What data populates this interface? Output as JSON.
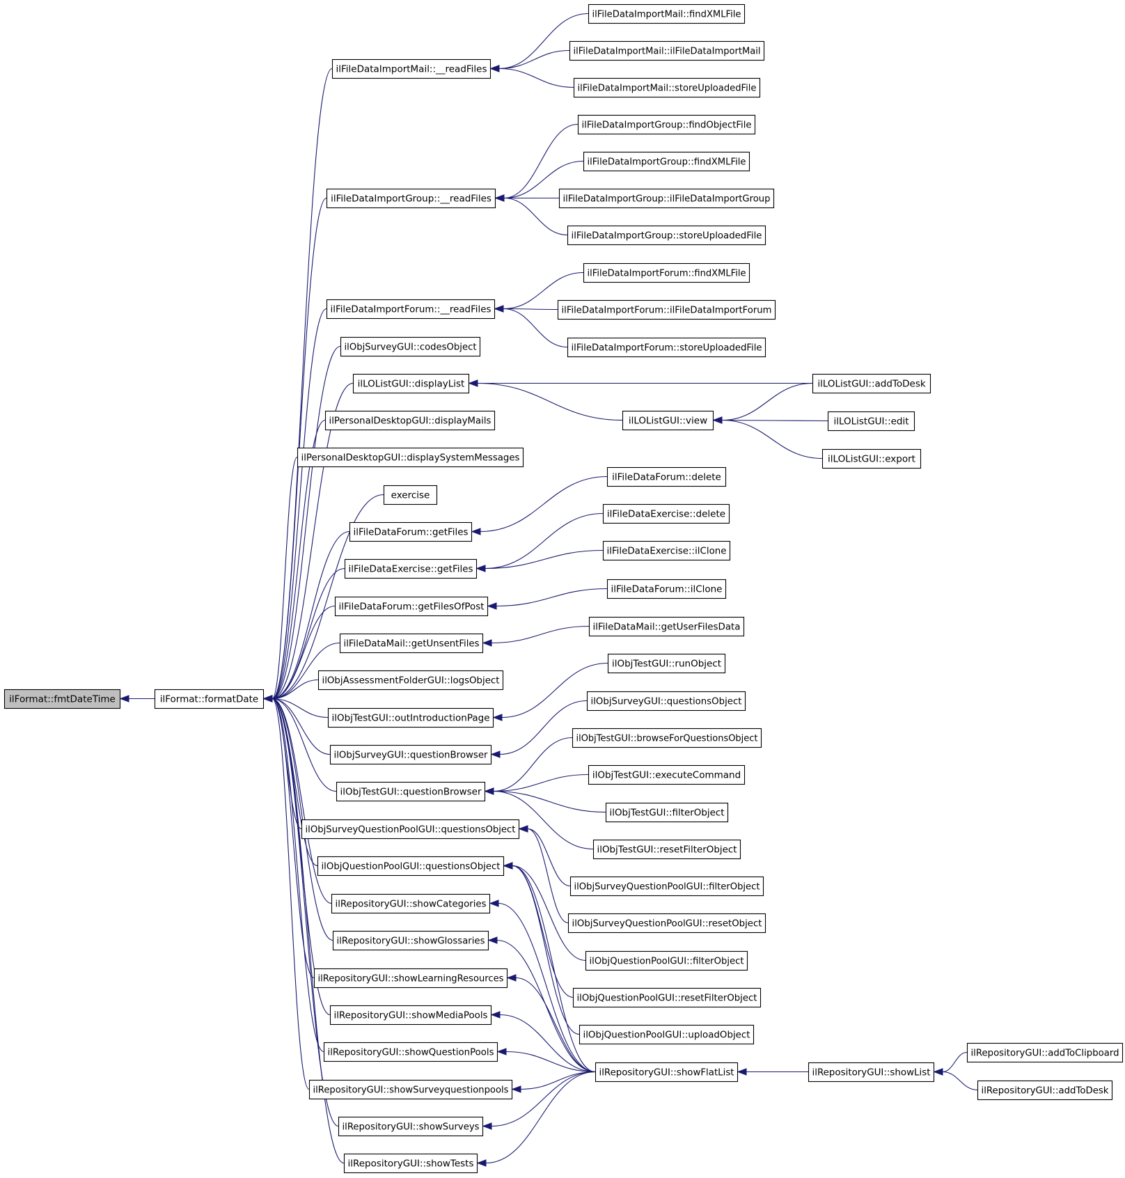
{
  "diagram": {
    "type": "call-graph",
    "edge_color": "#191970",
    "root_fill": "#bfbfbf",
    "nodes": [
      {
        "id": "fmtDateTime",
        "label": "ilFormat::fmtDateTime",
        "root": true
      },
      {
        "id": "formatDate",
        "label": "ilFormat::formatDate"
      },
      {
        "id": "mailReadFiles",
        "label": "ilFileDataImportMail::__readFiles"
      },
      {
        "id": "groupReadFiles",
        "label": "ilFileDataImportGroup::__readFiles"
      },
      {
        "id": "forumReadFiles",
        "label": "ilFileDataImportForum::__readFiles"
      },
      {
        "id": "codesObject",
        "label": "ilObjSurveyGUI::codesObject"
      },
      {
        "id": "displayList",
        "label": "ilLOListGUI::displayList"
      },
      {
        "id": "displayMails",
        "label": "ilPersonalDesktopGUI::displayMails"
      },
      {
        "id": "displaySystemMessages",
        "label": "ilPersonalDesktopGUI::displaySystemMessages"
      },
      {
        "id": "exercise",
        "label": "exercise"
      },
      {
        "id": "forumGetFiles",
        "label": "ilFileDataForum::getFiles"
      },
      {
        "id": "exerciseGetFiles",
        "label": "ilFileDataExercise::getFiles"
      },
      {
        "id": "getFilesOfPost",
        "label": "ilFileDataForum::getFilesOfPost"
      },
      {
        "id": "getUnsentFiles",
        "label": "ilFileDataMail::getUnsentFiles"
      },
      {
        "id": "logsObject",
        "label": "ilObjAssessmentFolderGUI::logsObject"
      },
      {
        "id": "outIntroductionPage",
        "label": "ilObjTestGUI::outIntroductionPage"
      },
      {
        "id": "surveyQuestionBrowser",
        "label": "ilObjSurveyGUI::questionBrowser"
      },
      {
        "id": "testQuestionBrowser",
        "label": "ilObjTestGUI::questionBrowser"
      },
      {
        "id": "sqpQuestionsObject",
        "label": "ilObjSurveyQuestionPoolGUI::questionsObject"
      },
      {
        "id": "qpQuestionsObject",
        "label": "ilObjQuestionPoolGUI::questionsObject"
      },
      {
        "id": "showCategories",
        "label": "ilRepositoryGUI::showCategories"
      },
      {
        "id": "showGlossaries",
        "label": "ilRepositoryGUI::showGlossaries"
      },
      {
        "id": "showLearningResources",
        "label": "ilRepositoryGUI::showLearningResources"
      },
      {
        "id": "showMediaPools",
        "label": "ilRepositoryGUI::showMediaPools"
      },
      {
        "id": "showQuestionPools",
        "label": "ilRepositoryGUI::showQuestionPools"
      },
      {
        "id": "showSurveyquestionpools",
        "label": "ilRepositoryGUI::showSurveyquestionpools"
      },
      {
        "id": "showSurveys",
        "label": "ilRepositoryGUI::showSurveys"
      },
      {
        "id": "showTests",
        "label": "ilRepositoryGUI::showTests"
      },
      {
        "id": "mailFindXML",
        "label": "ilFileDataImportMail::findXMLFile"
      },
      {
        "id": "mailCtor",
        "label": "ilFileDataImportMail::ilFileDataImportMail"
      },
      {
        "id": "mailStore",
        "label": "ilFileDataImportMail::storeUploadedFile"
      },
      {
        "id": "groupFindObject",
        "label": "ilFileDataImportGroup::findObjectFile"
      },
      {
        "id": "groupFindXML",
        "label": "ilFileDataImportGroup::findXMLFile"
      },
      {
        "id": "groupCtor",
        "label": "ilFileDataImportGroup::ilFileDataImportGroup"
      },
      {
        "id": "groupStore",
        "label": "ilFileDataImportGroup::storeUploadedFile"
      },
      {
        "id": "forumFindXML",
        "label": "ilFileDataImportForum::findXMLFile"
      },
      {
        "id": "forumCtor",
        "label": "ilFileDataImportForum::ilFileDataImportForum"
      },
      {
        "id": "forumStore",
        "label": "ilFileDataImportForum::storeUploadedFile"
      },
      {
        "id": "loView",
        "label": "ilLOListGUI::view"
      },
      {
        "id": "loAddToDesk",
        "label": "ilLOListGUI::addToDesk"
      },
      {
        "id": "loEdit",
        "label": "ilLOListGUI::edit"
      },
      {
        "id": "loExport",
        "label": "ilLOListGUI::export"
      },
      {
        "id": "forumDelete",
        "label": "ilFileDataForum::delete"
      },
      {
        "id": "exerciseDelete",
        "label": "ilFileDataExercise::delete"
      },
      {
        "id": "exerciseClone",
        "label": "ilFileDataExercise::ilClone"
      },
      {
        "id": "forumClone",
        "label": "ilFileDataForum::ilClone"
      },
      {
        "id": "getUserFilesData",
        "label": "ilFileDataMail::getUserFilesData"
      },
      {
        "id": "runObject",
        "label": "ilObjTestGUI::runObject"
      },
      {
        "id": "surveyQuestionsObject",
        "label": "ilObjSurveyGUI::questionsObject"
      },
      {
        "id": "browseForQuestionsObject",
        "label": "ilObjTestGUI::browseForQuestionsObject"
      },
      {
        "id": "executeCommand",
        "label": "ilObjTestGUI::executeCommand"
      },
      {
        "id": "testFilterObject",
        "label": "ilObjTestGUI::filterObject"
      },
      {
        "id": "resetFilterObject",
        "label": "ilObjTestGUI::resetFilterObject"
      },
      {
        "id": "sqpFilterObject",
        "label": "ilObjSurveyQuestionPoolGUI::filterObject"
      },
      {
        "id": "sqpResetObject",
        "label": "ilObjSurveyQuestionPoolGUI::resetObject"
      },
      {
        "id": "qpFilterObject",
        "label": "ilObjQuestionPoolGUI::filterObject"
      },
      {
        "id": "qpResetFilterObject",
        "label": "ilObjQuestionPoolGUI::resetFilterObject"
      },
      {
        "id": "qpUploadObject",
        "label": "ilObjQuestionPoolGUI::uploadObject"
      },
      {
        "id": "showFlatList",
        "label": "ilRepositoryGUI::showFlatList"
      },
      {
        "id": "showList",
        "label": "ilRepositoryGUI::showList"
      },
      {
        "id": "addToClipboard",
        "label": "ilRepositoryGUI::addToClipboard"
      },
      {
        "id": "repoAddToDesk",
        "label": "ilRepositoryGUI::addToDesk"
      }
    ],
    "edges": [
      [
        "formatDate",
        "fmtDateTime"
      ],
      [
        "mailReadFiles",
        "formatDate"
      ],
      [
        "groupReadFiles",
        "formatDate"
      ],
      [
        "forumReadFiles",
        "formatDate"
      ],
      [
        "codesObject",
        "formatDate"
      ],
      [
        "displayList",
        "formatDate"
      ],
      [
        "displayMails",
        "formatDate"
      ],
      [
        "displaySystemMessages",
        "formatDate"
      ],
      [
        "exercise",
        "formatDate"
      ],
      [
        "forumGetFiles",
        "formatDate"
      ],
      [
        "exerciseGetFiles",
        "formatDate"
      ],
      [
        "getFilesOfPost",
        "formatDate"
      ],
      [
        "getUnsentFiles",
        "formatDate"
      ],
      [
        "logsObject",
        "formatDate"
      ],
      [
        "outIntroductionPage",
        "formatDate"
      ],
      [
        "surveyQuestionBrowser",
        "formatDate"
      ],
      [
        "testQuestionBrowser",
        "formatDate"
      ],
      [
        "sqpQuestionsObject",
        "formatDate"
      ],
      [
        "qpQuestionsObject",
        "formatDate"
      ],
      [
        "showCategories",
        "formatDate"
      ],
      [
        "showGlossaries",
        "formatDate"
      ],
      [
        "showLearningResources",
        "formatDate"
      ],
      [
        "showMediaPools",
        "formatDate"
      ],
      [
        "showQuestionPools",
        "formatDate"
      ],
      [
        "showSurveyquestionpools",
        "formatDate"
      ],
      [
        "showSurveys",
        "formatDate"
      ],
      [
        "showTests",
        "formatDate"
      ],
      [
        "mailFindXML",
        "mailReadFiles"
      ],
      [
        "mailCtor",
        "mailReadFiles"
      ],
      [
        "mailStore",
        "mailReadFiles"
      ],
      [
        "groupFindObject",
        "groupReadFiles"
      ],
      [
        "groupFindXML",
        "groupReadFiles"
      ],
      [
        "groupCtor",
        "groupReadFiles"
      ],
      [
        "groupStore",
        "groupReadFiles"
      ],
      [
        "forumFindXML",
        "forumReadFiles"
      ],
      [
        "forumCtor",
        "forumReadFiles"
      ],
      [
        "forumStore",
        "forumReadFiles"
      ],
      [
        "loAddToDesk",
        "displayList"
      ],
      [
        "loView",
        "displayList"
      ],
      [
        "loAddToDesk",
        "loView"
      ],
      [
        "loEdit",
        "loView"
      ],
      [
        "loExport",
        "loView"
      ],
      [
        "forumDelete",
        "forumGetFiles"
      ],
      [
        "exerciseDelete",
        "exerciseGetFiles"
      ],
      [
        "exerciseClone",
        "exerciseGetFiles"
      ],
      [
        "forumClone",
        "getFilesOfPost"
      ],
      [
        "getUserFilesData",
        "getUnsentFiles"
      ],
      [
        "runObject",
        "outIntroductionPage"
      ],
      [
        "surveyQuestionsObject",
        "surveyQuestionBrowser"
      ],
      [
        "browseForQuestionsObject",
        "testQuestionBrowser"
      ],
      [
        "executeCommand",
        "testQuestionBrowser"
      ],
      [
        "testFilterObject",
        "testQuestionBrowser"
      ],
      [
        "resetFilterObject",
        "testQuestionBrowser"
      ],
      [
        "sqpFilterObject",
        "sqpQuestionsObject"
      ],
      [
        "sqpResetObject",
        "sqpQuestionsObject"
      ],
      [
        "qpFilterObject",
        "qpQuestionsObject"
      ],
      [
        "qpResetFilterObject",
        "qpQuestionsObject"
      ],
      [
        "qpUploadObject",
        "qpQuestionsObject"
      ],
      [
        "showFlatList",
        "qpQuestionsObject"
      ],
      [
        "showFlatList",
        "showCategories"
      ],
      [
        "showFlatList",
        "showGlossaries"
      ],
      [
        "showFlatList",
        "showLearningResources"
      ],
      [
        "showFlatList",
        "showMediaPools"
      ],
      [
        "showFlatList",
        "showQuestionPools"
      ],
      [
        "showFlatList",
        "showSurveyquestionpools"
      ],
      [
        "showFlatList",
        "showSurveys"
      ],
      [
        "showFlatList",
        "showTests"
      ],
      [
        "showList",
        "showFlatList"
      ],
      [
        "addToClipboard",
        "showList"
      ],
      [
        "repoAddToDesk",
        "showList"
      ]
    ]
  }
}
